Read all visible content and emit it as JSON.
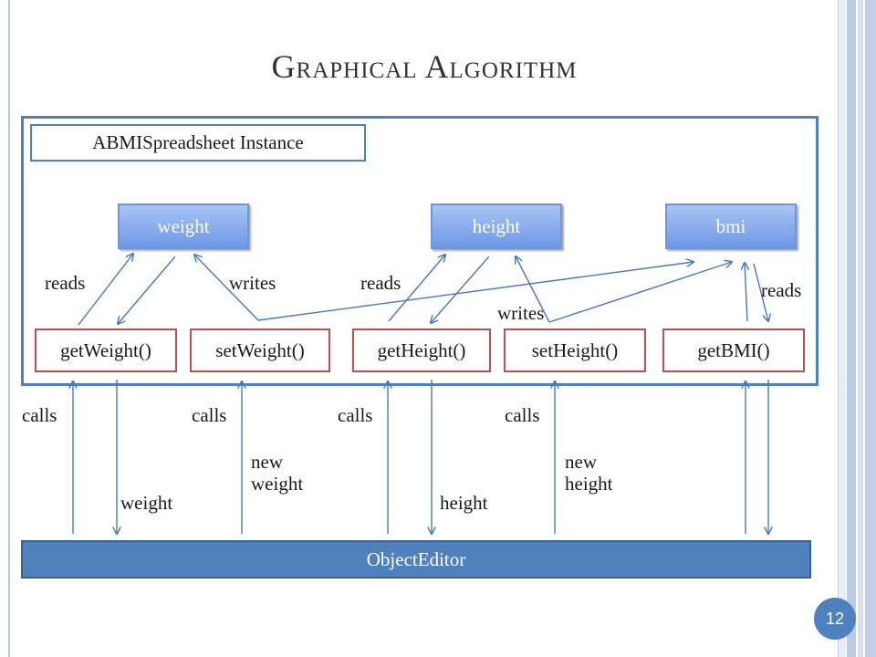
{
  "title": "Graphical Algorithm",
  "instance_label": "ABMISpreadsheet Instance",
  "fields": {
    "weight": "weight",
    "height": "height",
    "bmi": "bmi"
  },
  "methods": {
    "get_weight": "getWeight()",
    "set_weight": "setWeight()",
    "get_height": "getHeight()",
    "set_height": "setHeight()",
    "get_bmi": "getBMI()"
  },
  "labels": {
    "reads_weight": "reads",
    "writes_weight": "writes",
    "reads_height": "reads",
    "writes_height": "writes",
    "reads_bmi": "reads",
    "calls_1": "calls",
    "calls_2": "calls",
    "calls_3": "calls",
    "calls_4": "calls",
    "return_weight": "weight",
    "new_weight_1": "new",
    "new_weight_2": "weight",
    "return_height": "height",
    "new_height_1": "new",
    "new_height_2": "height"
  },
  "editor": "ObjectEditor",
  "page_number": "12",
  "colors": {
    "frame": "#4f81bd",
    "method_border": "#c0504d",
    "arrow": "#4a78b8"
  }
}
